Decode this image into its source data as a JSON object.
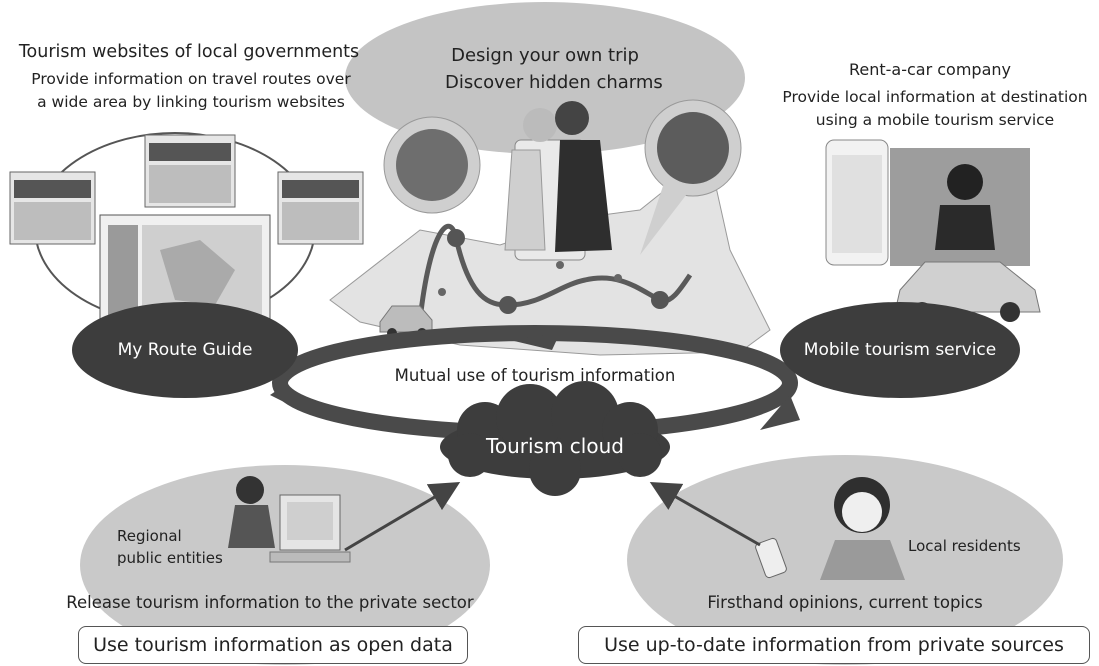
{
  "top_bubble": {
    "line1": "Design your own trip",
    "line2": "Discover hidden charms"
  },
  "left_top": {
    "title": "Tourism websites of local governments",
    "desc1": "Provide information on travel routes over",
    "desc2": "a wide area by linking tourism websites"
  },
  "right_top": {
    "title": "Rent-a-car company",
    "desc1": "Provide local information at destination",
    "desc2": "using a mobile tourism service"
  },
  "my_route_guide": "My Route Guide",
  "mobile_tourism_service": "Mobile tourism service",
  "mutual_use": "Mutual use of tourism information",
  "tourism_cloud": "Tourism cloud",
  "bottom_left": {
    "entity_line1": "Regional",
    "entity_line2": "public entities",
    "release": "Release tourism information to the private sector",
    "box": "Use tourism information as open data"
  },
  "bottom_right": {
    "residents": "Local residents",
    "opinions": "Firsthand opinions, current topics",
    "box": "Use up-to-date information from private sources"
  },
  "colors": {
    "dark_ellipse": "#3d3d3d",
    "light_ellipse": "#c8c8c8",
    "ring": "#4a4a4a",
    "map_fill": "#e2e2e2",
    "route": "#5a5a5a"
  }
}
